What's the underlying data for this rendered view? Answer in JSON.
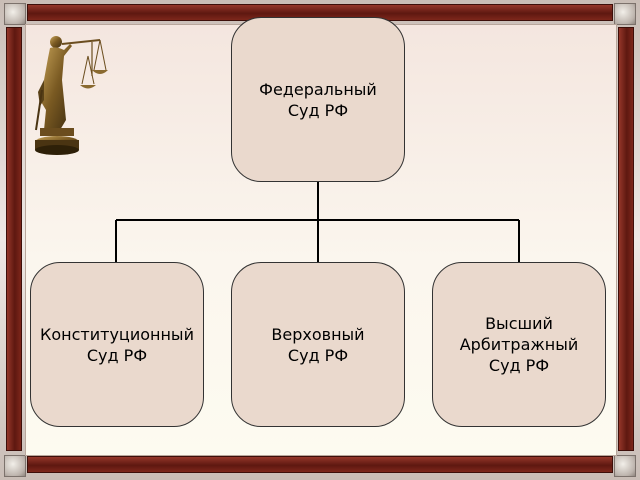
{
  "diagram": {
    "root": {
      "label": "Федеральный\nСуд РФ"
    },
    "children": [
      {
        "label": "Конституционный\nСуд РФ"
      },
      {
        "label": "Верховный\nСуд РФ"
      },
      {
        "label": "Высший\nАрбитражный\nСуд РФ"
      }
    ]
  },
  "decor": {
    "illustration": "themis-statue-icon"
  }
}
